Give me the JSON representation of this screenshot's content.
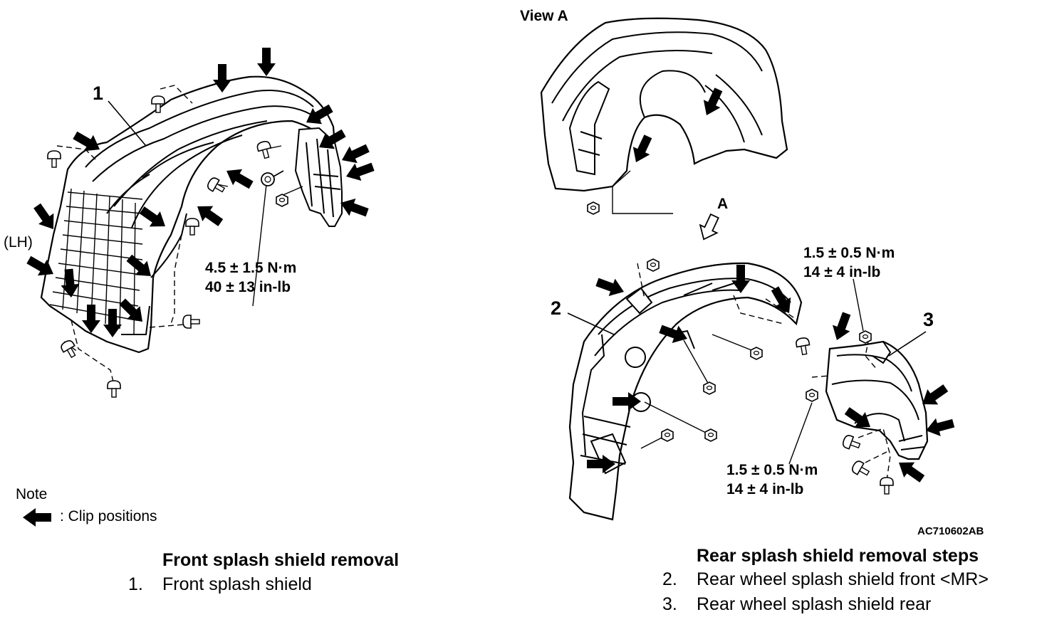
{
  "view_label": "View A",
  "arrow_label": "A",
  "callouts": [
    "1",
    "2",
    "3"
  ],
  "side_label": "(LH)",
  "torque_front": {
    "line1": "4.5 ± 1.5 N·m",
    "line2": "40 ± 13 in-lb"
  },
  "torque_rear_upper": {
    "line1": "1.5 ± 0.5 N·m",
    "line2": "14 ± 4 in-lb"
  },
  "torque_rear_lower": {
    "line1": "1.5 ± 0.5 N·m",
    "line2": "14 ± 4 in-lb"
  },
  "note": {
    "title": "Note",
    "legend_text": ": Clip positions",
    "legend_icon": "solid-arrow-icon"
  },
  "figure_code": "AC710602AB",
  "front_steps": {
    "heading": "Front splash shield removal",
    "items": [
      {
        "num": "1.",
        "text": "Front splash shield"
      }
    ]
  },
  "rear_steps": {
    "heading": "Rear splash shield removal steps",
    "items": [
      {
        "num": "2.",
        "text": "Rear wheel splash shield front <MR>"
      },
      {
        "num": "3.",
        "text": "Rear wheel splash shield rear"
      }
    ]
  },
  "colors": {
    "ink": "#000000",
    "paper": "#ffffff"
  }
}
